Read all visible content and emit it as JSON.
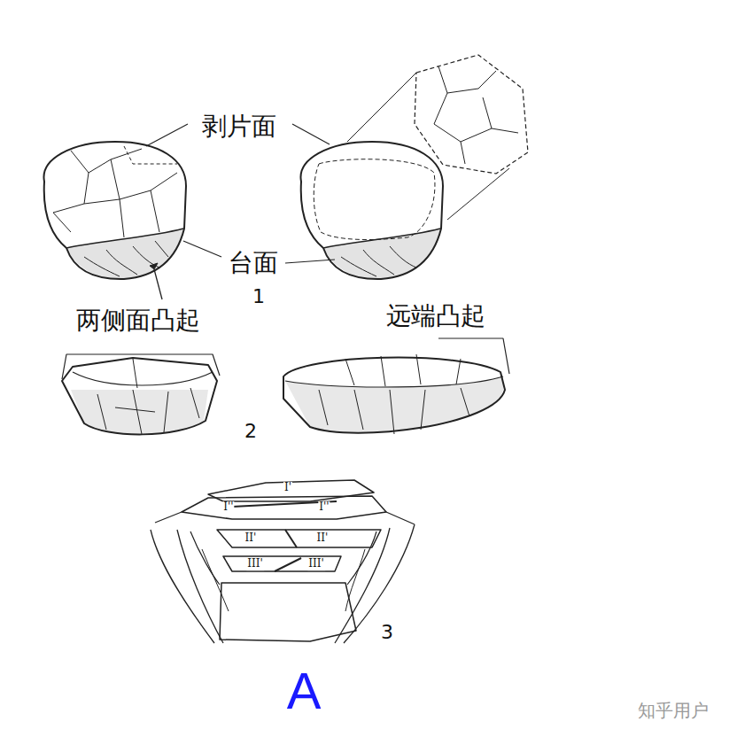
{
  "diagram": {
    "labels": [
      "剥片面",
      "台面",
      "1",
      "两侧面凸起",
      "远端凸起",
      "2",
      "I'",
      "I''",
      "I''",
      "II'",
      "II'",
      "III'",
      "III'",
      "3",
      "A",
      "知乎用户"
    ]
  }
}
